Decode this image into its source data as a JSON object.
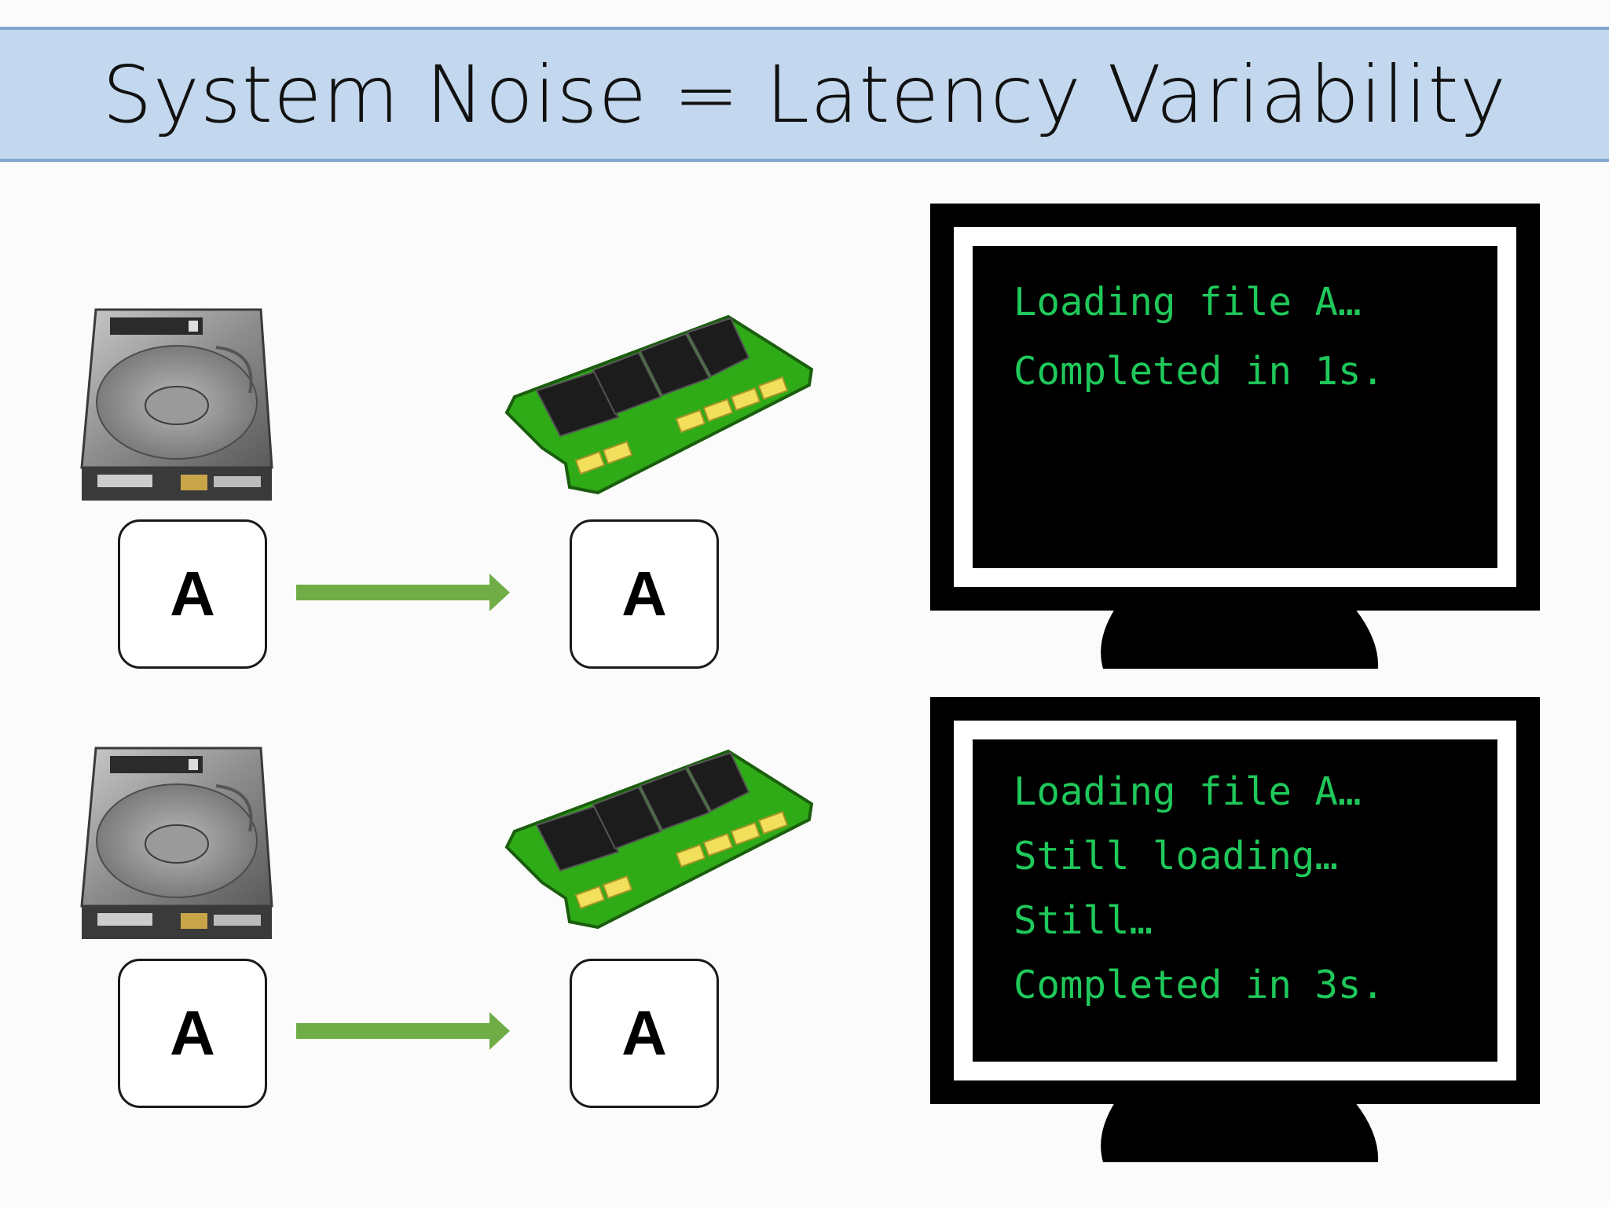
{
  "title": "System Noise = Latency Variability",
  "colors": {
    "title_bar": "#c3d8ee",
    "arrow": "#70ad47",
    "console_text": "#1fc85a",
    "ram_green": "#2eab16"
  },
  "rows": [
    {
      "disk_icon": "hard-drive-icon",
      "ram_icon": "ram-stick-icon",
      "source_file": "A",
      "dest_file": "A",
      "console": [
        "Loading file A…",
        "Completed in 1s."
      ]
    },
    {
      "disk_icon": "hard-drive-icon",
      "ram_icon": "ram-stick-icon",
      "source_file": "A",
      "dest_file": "A",
      "console": [
        "Loading file A…",
        "Still loading…",
        "Still…",
        "Completed in 3s."
      ]
    }
  ]
}
